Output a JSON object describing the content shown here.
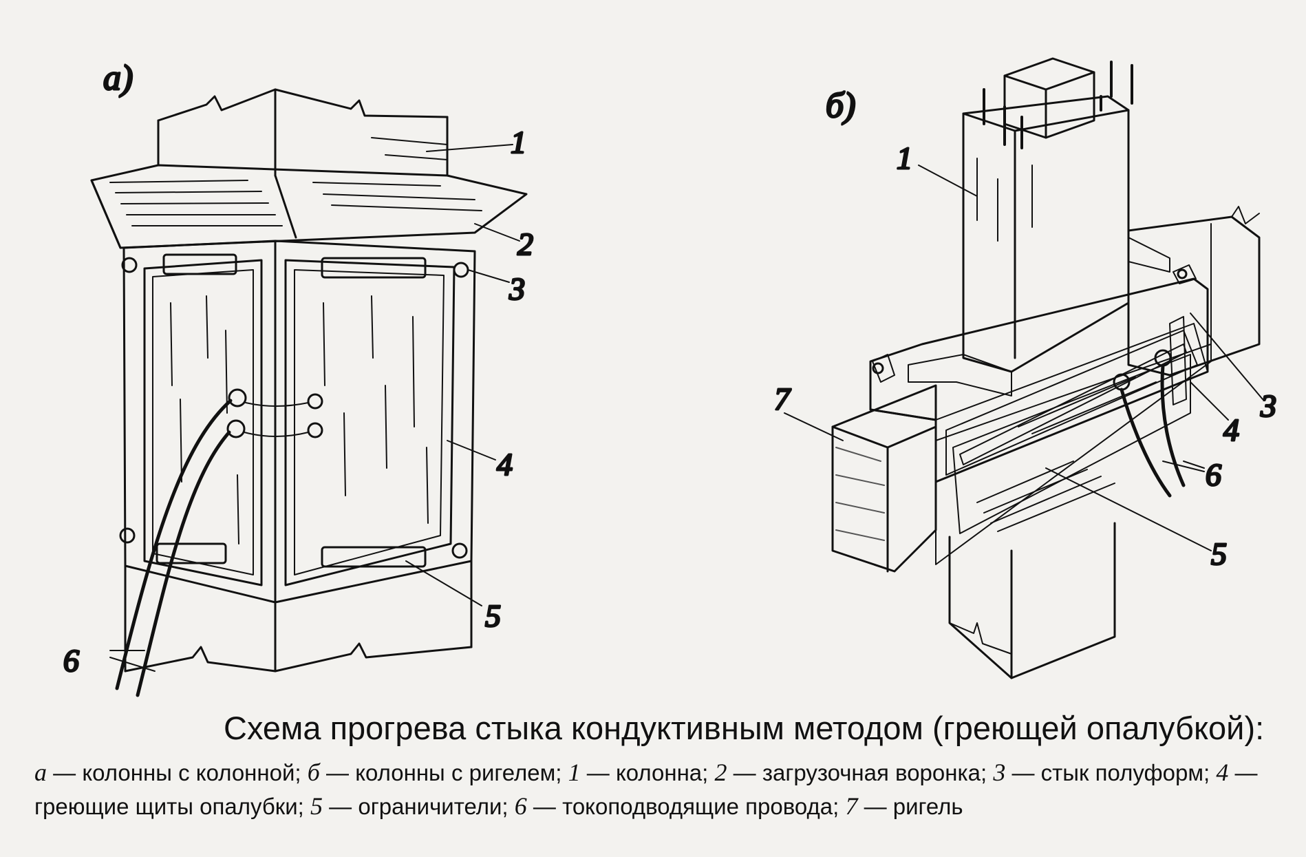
{
  "figure": {
    "panel_a_label": "а)",
    "panel_b_label": "б)",
    "callouts_a": [
      "1",
      "2",
      "3",
      "4",
      "5",
      "6"
    ],
    "callouts_b": [
      "1",
      "7",
      "3",
      "4",
      "6",
      "5"
    ]
  },
  "caption": {
    "title": "Схема прогрева стыка кондуктивным методом (греющей опалубкой):",
    "legend": [
      {
        "key": "а",
        "text": " — колонны с колонной; "
      },
      {
        "key": "б",
        "text": " — колонны с ригелем; "
      },
      {
        "key": "1",
        "text": " — колонна; "
      },
      {
        "key": "2",
        "text": " — загрузочная воронка; "
      },
      {
        "key": "3",
        "text": " — стык полуформ; "
      },
      {
        "key": "4",
        "text": " — греющие щиты опалубки; "
      },
      {
        "key": "5",
        "text": " — ограничители; "
      },
      {
        "key": "6",
        "text": " — токоподводящие провода; "
      },
      {
        "key": "7",
        "text": " — ригель"
      }
    ]
  }
}
